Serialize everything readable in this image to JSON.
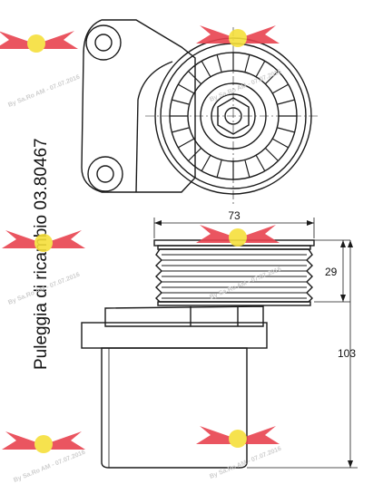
{
  "part_label": "Puleggia di ricambio 03.80467",
  "dimensions": {
    "width": "73",
    "pulley_height": "29",
    "total_height": "103"
  },
  "watermark": {
    "text": "By Sa.Ro AM - 07.07.2016",
    "wing_color": "#e8424f",
    "badge_color": "#f5df3a"
  },
  "colors": {
    "line": "#1a1a1a"
  }
}
